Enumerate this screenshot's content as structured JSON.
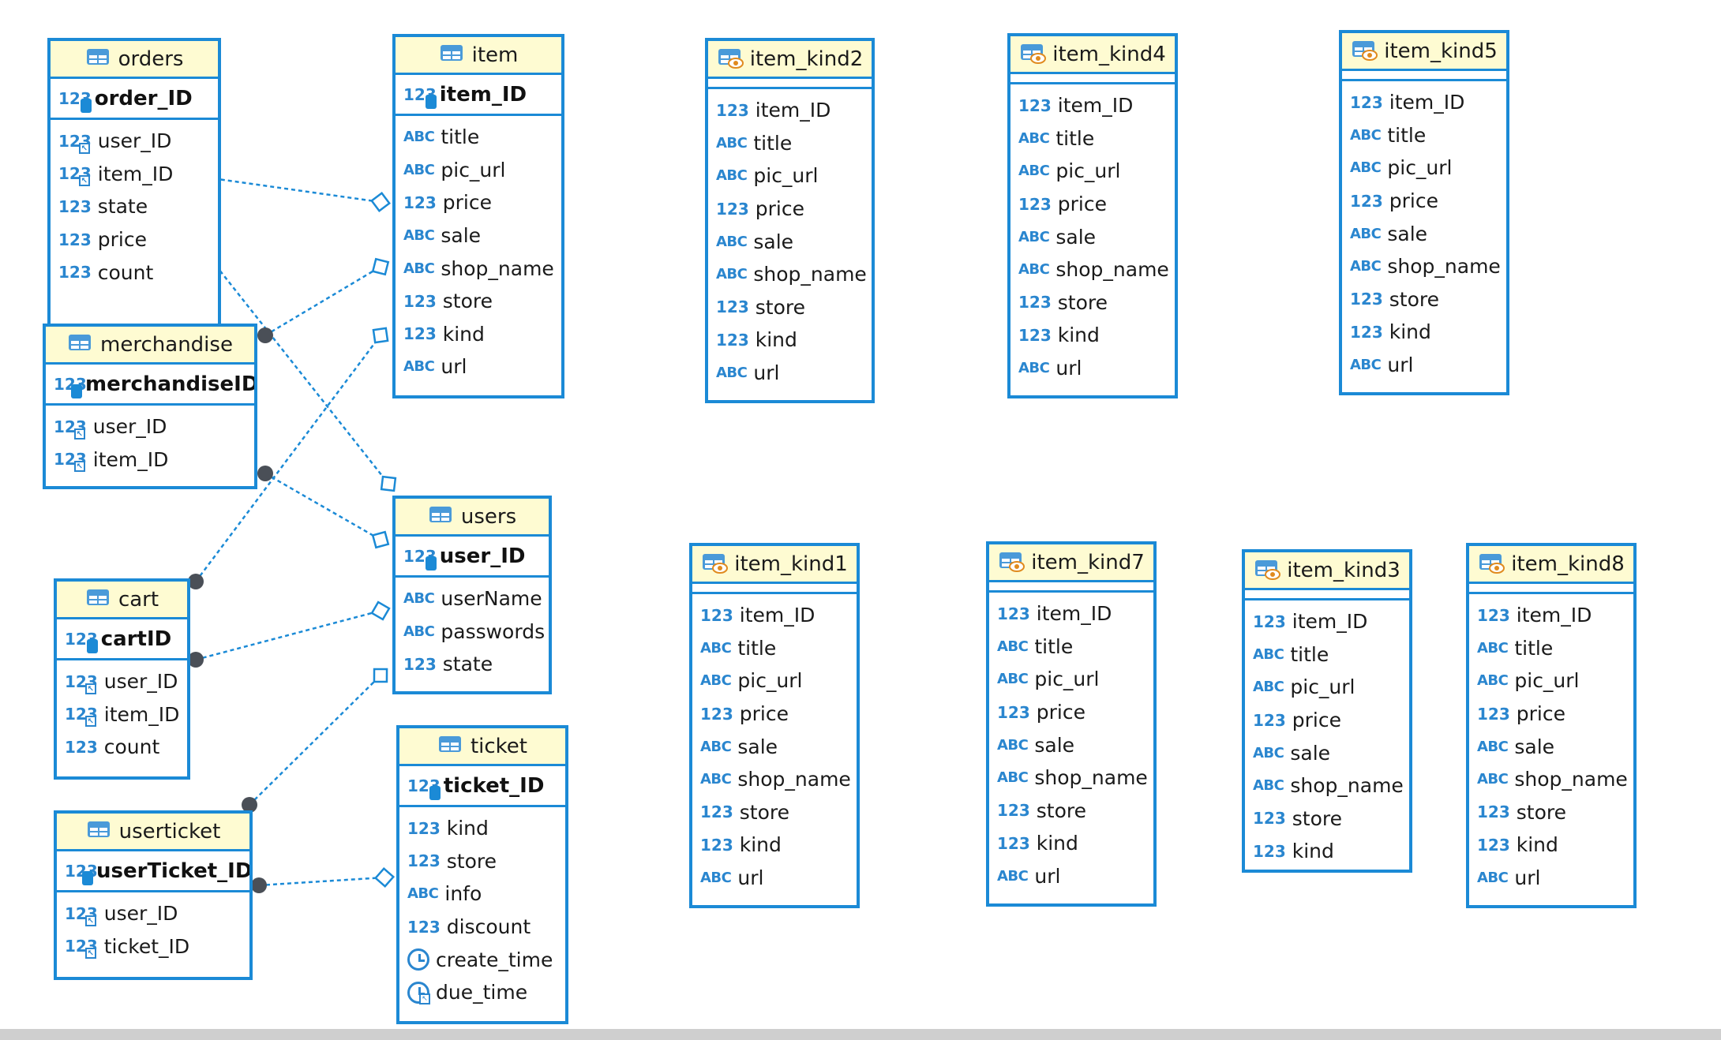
{
  "tables": [
    {
      "id": "orders",
      "name": "orders",
      "view": false,
      "pk": {
        "name": "order_ID"
      },
      "cols": [
        {
          "name": "user_ID",
          "type": "123",
          "fk": true
        },
        {
          "name": "item_ID",
          "type": "123",
          "fk": true
        },
        {
          "name": "state",
          "type": "123"
        },
        {
          "name": "price",
          "type": "123"
        },
        {
          "name": "count",
          "type": "123"
        }
      ]
    },
    {
      "id": "item",
      "name": "item",
      "view": false,
      "pk": {
        "name": "item_ID"
      },
      "cols": [
        {
          "name": "title",
          "type": "ABC"
        },
        {
          "name": "pic_url",
          "type": "ABC"
        },
        {
          "name": "price",
          "type": "123"
        },
        {
          "name": "sale",
          "type": "ABC"
        },
        {
          "name": "shop_name",
          "type": "ABC"
        },
        {
          "name": "store",
          "type": "123"
        },
        {
          "name": "kind",
          "type": "123"
        },
        {
          "name": "url",
          "type": "ABC"
        }
      ]
    },
    {
      "id": "merchandise",
      "name": "merchandise",
      "view": false,
      "pk": {
        "name": "merchandiseID"
      },
      "cols": [
        {
          "name": "user_ID",
          "type": "123",
          "fk": true
        },
        {
          "name": "item_ID",
          "type": "123",
          "fk": true
        }
      ]
    },
    {
      "id": "users",
      "name": "users",
      "view": false,
      "pk": {
        "name": "user_ID"
      },
      "cols": [
        {
          "name": "userName",
          "type": "ABC"
        },
        {
          "name": "passwords",
          "type": "ABC"
        },
        {
          "name": "state",
          "type": "123"
        }
      ]
    },
    {
      "id": "cart",
      "name": "cart",
      "view": false,
      "pk": {
        "name": "cartID"
      },
      "cols": [
        {
          "name": "user_ID",
          "type": "123",
          "fk": true
        },
        {
          "name": "item_ID",
          "type": "123",
          "fk": true
        },
        {
          "name": "count",
          "type": "123"
        }
      ]
    },
    {
      "id": "ticket",
      "name": "ticket",
      "view": false,
      "pk": {
        "name": "ticket_ID"
      },
      "cols": [
        {
          "name": "kind",
          "type": "123"
        },
        {
          "name": "store",
          "type": "123"
        },
        {
          "name": "info",
          "type": "ABC"
        },
        {
          "name": "discount",
          "type": "123"
        },
        {
          "name": "create_time",
          "type": "time"
        },
        {
          "name": "due_time",
          "type": "time",
          "fk": true
        }
      ]
    },
    {
      "id": "userticket",
      "name": "userticket",
      "view": false,
      "pk": {
        "name": "userTicket_ID"
      },
      "cols": [
        {
          "name": "user_ID",
          "type": "123",
          "fk": true
        },
        {
          "name": "ticket_ID",
          "type": "123",
          "fk": true
        }
      ]
    },
    {
      "id": "item_kind2",
      "name": "item_kind2",
      "view": true,
      "cols": [
        {
          "name": "item_ID",
          "type": "123"
        },
        {
          "name": "title",
          "type": "ABC"
        },
        {
          "name": "pic_url",
          "type": "ABC"
        },
        {
          "name": "price",
          "type": "123"
        },
        {
          "name": "sale",
          "type": "ABC"
        },
        {
          "name": "shop_name",
          "type": "ABC"
        },
        {
          "name": "store",
          "type": "123"
        },
        {
          "name": "kind",
          "type": "123"
        },
        {
          "name": "url",
          "type": "ABC"
        }
      ]
    },
    {
      "id": "item_kind4",
      "name": "item_kind4",
      "view": true,
      "cols": [
        {
          "name": "item_ID",
          "type": "123"
        },
        {
          "name": "title",
          "type": "ABC"
        },
        {
          "name": "pic_url",
          "type": "ABC"
        },
        {
          "name": "price",
          "type": "123"
        },
        {
          "name": "sale",
          "type": "ABC"
        },
        {
          "name": "shop_name",
          "type": "ABC"
        },
        {
          "name": "store",
          "type": "123"
        },
        {
          "name": "kind",
          "type": "123"
        },
        {
          "name": "url",
          "type": "ABC"
        }
      ]
    },
    {
      "id": "item_kind5",
      "name": "item_kind5",
      "view": true,
      "cols": [
        {
          "name": "item_ID",
          "type": "123"
        },
        {
          "name": "title",
          "type": "ABC"
        },
        {
          "name": "pic_url",
          "type": "ABC"
        },
        {
          "name": "price",
          "type": "123"
        },
        {
          "name": "sale",
          "type": "ABC"
        },
        {
          "name": "shop_name",
          "type": "ABC"
        },
        {
          "name": "store",
          "type": "123"
        },
        {
          "name": "kind",
          "type": "123"
        },
        {
          "name": "url",
          "type": "ABC"
        }
      ]
    },
    {
      "id": "item_kind1",
      "name": "item_kind1",
      "view": true,
      "cols": [
        {
          "name": "item_ID",
          "type": "123"
        },
        {
          "name": "title",
          "type": "ABC"
        },
        {
          "name": "pic_url",
          "type": "ABC"
        },
        {
          "name": "price",
          "type": "123"
        },
        {
          "name": "sale",
          "type": "ABC"
        },
        {
          "name": "shop_name",
          "type": "ABC"
        },
        {
          "name": "store",
          "type": "123"
        },
        {
          "name": "kind",
          "type": "123"
        },
        {
          "name": "url",
          "type": "ABC"
        }
      ]
    },
    {
      "id": "item_kind7",
      "name": "item_kind7",
      "view": true,
      "cols": [
        {
          "name": "item_ID",
          "type": "123"
        },
        {
          "name": "title",
          "type": "ABC"
        },
        {
          "name": "pic_url",
          "type": "ABC"
        },
        {
          "name": "price",
          "type": "123"
        },
        {
          "name": "sale",
          "type": "ABC"
        },
        {
          "name": "shop_name",
          "type": "ABC"
        },
        {
          "name": "store",
          "type": "123"
        },
        {
          "name": "kind",
          "type": "123"
        },
        {
          "name": "url",
          "type": "ABC"
        }
      ]
    },
    {
      "id": "item_kind3",
      "name": "item_kind3",
      "view": true,
      "cols": [
        {
          "name": "item_ID",
          "type": "123"
        },
        {
          "name": "title",
          "type": "ABC"
        },
        {
          "name": "pic_url",
          "type": "ABC"
        },
        {
          "name": "price",
          "type": "123"
        },
        {
          "name": "sale",
          "type": "ABC"
        },
        {
          "name": "shop_name",
          "type": "ABC"
        },
        {
          "name": "store",
          "type": "123"
        },
        {
          "name": "kind",
          "type": "123"
        }
      ]
    },
    {
      "id": "item_kind8",
      "name": "item_kind8",
      "view": true,
      "cols": [
        {
          "name": "item_ID",
          "type": "123"
        },
        {
          "name": "title",
          "type": "ABC"
        },
        {
          "name": "pic_url",
          "type": "ABC"
        },
        {
          "name": "price",
          "type": "123"
        },
        {
          "name": "sale",
          "type": "ABC"
        },
        {
          "name": "shop_name",
          "type": "ABC"
        },
        {
          "name": "store",
          "type": "123"
        },
        {
          "name": "kind",
          "type": "123"
        },
        {
          "name": "url",
          "type": "ABC"
        }
      ]
    }
  ],
  "relations": [
    {
      "from": "orders",
      "to": "item"
    },
    {
      "from": "orders",
      "to": "users"
    },
    {
      "from": "merchandise",
      "to": "item"
    },
    {
      "from": "merchandise",
      "to": "users"
    },
    {
      "from": "cart",
      "to": "item"
    },
    {
      "from": "cart",
      "to": "users"
    },
    {
      "from": "userticket",
      "to": "users"
    },
    {
      "from": "userticket",
      "to": "ticket"
    }
  ],
  "colors": {
    "border": "#1b8ad6",
    "header_bg": "#fefbd2",
    "link": "#1b8ad6"
  }
}
